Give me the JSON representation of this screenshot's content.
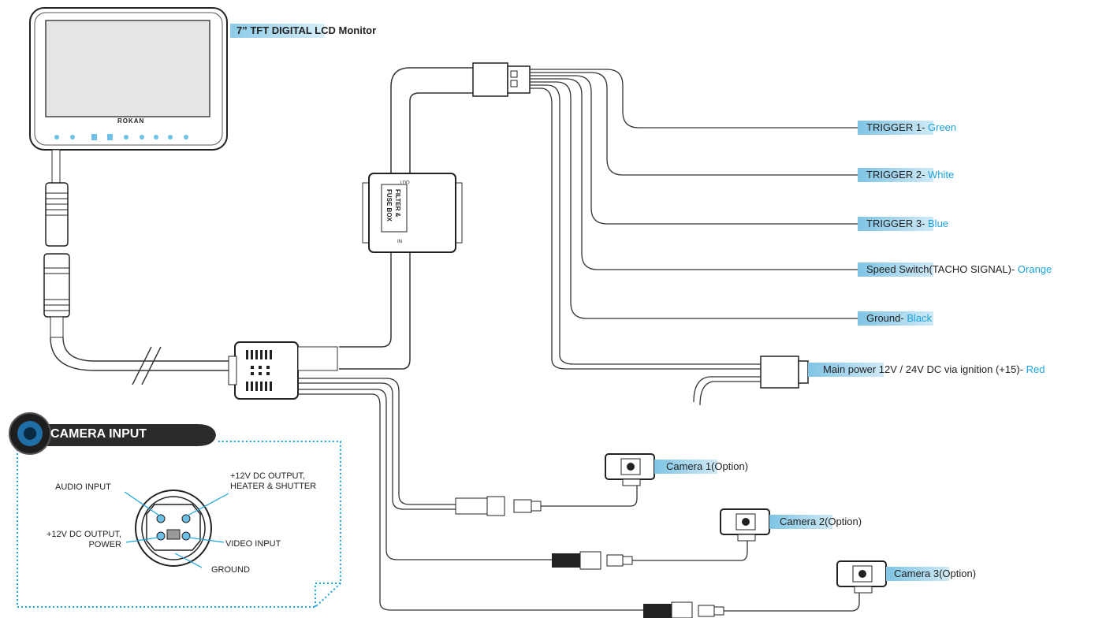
{
  "monitor": {
    "label": "7” TFT DIGITAL LCD Monitor",
    "brand": "ROKAN"
  },
  "filter_box": {
    "line1": "FILTER &",
    "line2": "FUSE BOX",
    "out": "OUT",
    "in": "IN"
  },
  "wires": [
    {
      "name": "TRIGGER 1- ",
      "color_name": "Green"
    },
    {
      "name": "TRIGGER 2- ",
      "color_name": "White"
    },
    {
      "name": "TRIGGER 3- ",
      "color_name": "Blue"
    },
    {
      "name": "Speed Switch(TACHO SIGNAL)- ",
      "color_name": "Orange"
    },
    {
      "name": "Ground- ",
      "color_name": "Black"
    },
    {
      "name": "Main power 12V / 24V DC via ignition (+15)- ",
      "color_name": "Red"
    }
  ],
  "cameras": [
    {
      "name": "Camera 1",
      "suffix": "(Option)"
    },
    {
      "name": "Camera 2",
      "suffix": "(Option)"
    },
    {
      "name": "Camera 3",
      "suffix": "(Option)"
    }
  ],
  "camera_input": {
    "title": "CAMERA INPUT",
    "pins": {
      "audio": "AUDIO INPUT",
      "heater_1": "+12V DC OUTPUT,",
      "heater_2": "HEATER & SHUTTER",
      "power_1": "+12V DC OUTPUT,",
      "power_2": "POWER",
      "video": "VIDEO INPUT",
      "ground": "GROUND"
    }
  },
  "colors": {
    "accent": "#1aa3dc",
    "tag": "#8ccbe8",
    "line": "#333333"
  }
}
